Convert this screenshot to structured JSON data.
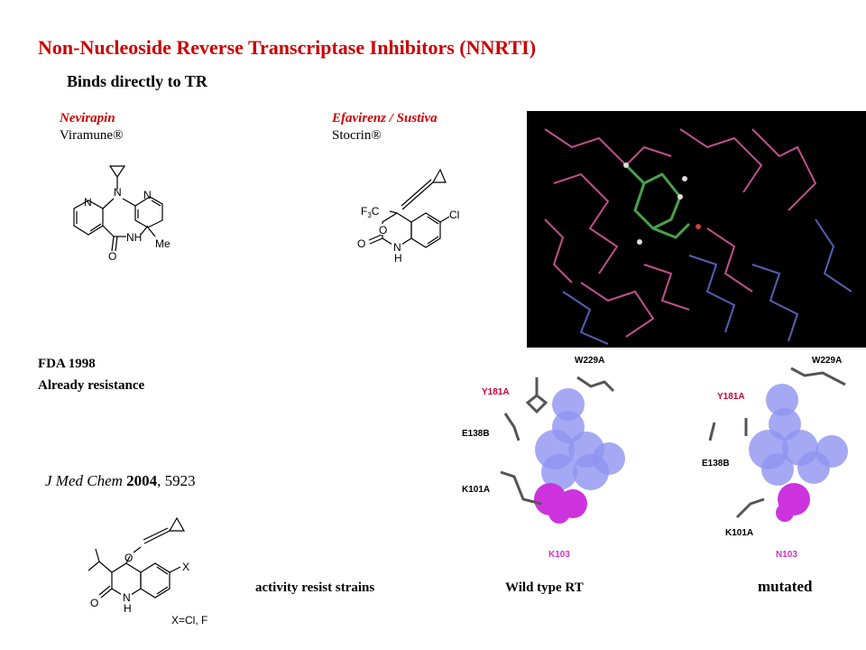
{
  "slide": {
    "title": "Non-Nucleoside Reverse Transcriptase Inhibitors (NNRTI)",
    "subtitle": "Binds directly to TR"
  },
  "drugs": [
    {
      "name": "Nevirapin",
      "brand": "Viramune®"
    },
    {
      "name": "Efavirenz / Sustiva",
      "brand": "Stocrin®"
    }
  ],
  "fda_note": {
    "line1": "FDA 1998",
    "line2": "Already resistance"
  },
  "reference": {
    "journal": "J Med Chem",
    "year": "2004",
    "page": ", 5923"
  },
  "structures": {
    "nevirapine": {
      "n1": "N",
      "n2": "N",
      "n3": "N",
      "nh": "NH",
      "o": "O",
      "me": "Me"
    },
    "efavirenz": {
      "f3c": "F",
      "f3c_sub": "3",
      "f3c_c": "C",
      "o_ring": "O",
      "o_carbonyl": "O",
      "n": "N",
      "h": "H",
      "cl": "Cl"
    },
    "quinolinone": {
      "o_ether": "O",
      "x": "X",
      "o": "O",
      "n": "N",
      "h": "H",
      "substituent": "X=Cl, F"
    }
  },
  "binding_site_wt": {
    "w229": "W229A",
    "y181": "Y181A",
    "e138": "E138B",
    "k101": "K101A",
    "res103": "K103"
  },
  "binding_site_mut": {
    "w229": "W229A",
    "y181": "Y181A",
    "e138": "E138B",
    "k101": "K101A",
    "res103": "N103"
  },
  "captions": {
    "activity": "activity resist strains",
    "wildtype": "Wild type RT",
    "mutated": "mutated"
  },
  "colors": {
    "title": "#cc0000",
    "drug_name": "#cc0000",
    "protein_bg": "#000000",
    "sphere_blue": "#8f93f0",
    "sphere_magenta": "#cc33dd",
    "label_red": "#cc0033",
    "label_magenta": "#cc33cc"
  }
}
